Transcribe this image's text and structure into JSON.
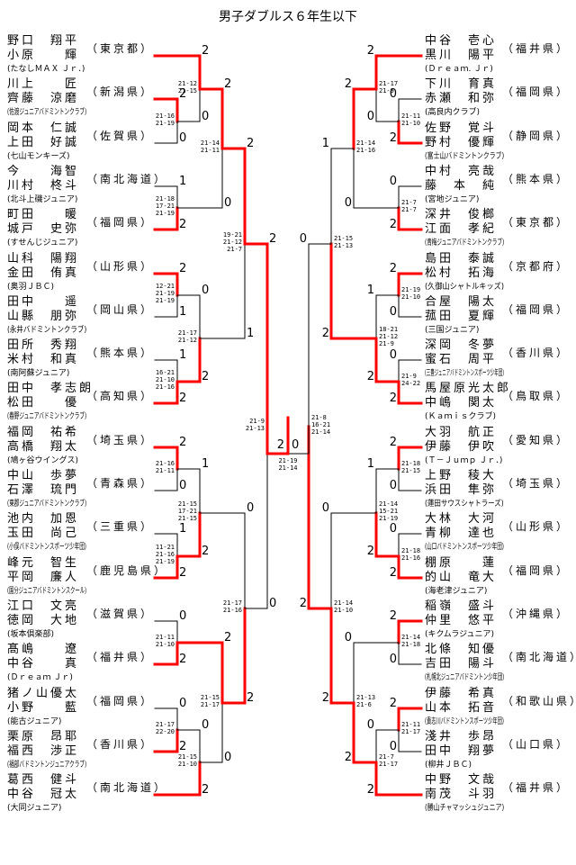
{
  "title": "男子ダブルス６年生以下",
  "colors": {
    "win": "#ff0000",
    "lose": "#000000"
  },
  "left": [
    {
      "p1": "野口　翔平",
      "p2": "小原　　輝",
      "club": "(たなしＭＡＸ Ｊｒ．)",
      "pref": "（東京都）"
    },
    {
      "p1": "川上　　匠",
      "p2": "齊藤　涼磨",
      "club": "(佐渡ジュニアバドミントンクラブ)",
      "pref": "（新潟県）"
    },
    {
      "p1": "岡本　仁誠",
      "p2": "上田　好誠",
      "club": "(七山モンキーズ)",
      "pref": "（佐賀県）"
    },
    {
      "p1": "今　　海智",
      "p2": "川村　柊斗",
      "club": "(北斗上磯ジュニア)",
      "pref": "（南北海道）"
    },
    {
      "p1": "町田　　暖",
      "p2": "城戸　史弥",
      "club": "(すせんじジュニア)",
      "pref": "（福岡県）"
    },
    {
      "p1": "山科　陽翔",
      "p2": "金田　侑真",
      "club": "(奥羽ＪＢＣ)",
      "pref": "（山形県）"
    },
    {
      "p1": "田中　　遥",
      "p2": "山縣　朋弥",
      "club": "(永井バドミントンクラブ)",
      "pref": "（岡山県）"
    },
    {
      "p1": "田所　秀翔",
      "p2": "米村　和真",
      "club": "(南阿蘇ジュニア)",
      "pref": "（熊本県）"
    },
    {
      "p1": "田中　孝志朗",
      "p2": "松田　　優",
      "club": "(春野ジュニアバドミントンクラブ)",
      "pref": "（高知県）"
    },
    {
      "p1": "福岡　祐希",
      "p2": "高橋　翔太",
      "club": "(鳩ヶ谷ウイングス)",
      "pref": "（埼玉県）"
    },
    {
      "p1": "中山　歩夢",
      "p2": "石澤　琉門",
      "club": "(東郡ジュニアバドミントンクラブ)",
      "pref": "（青森県）"
    },
    {
      "p1": "池内　加恩",
      "p2": "玉田　尚己",
      "club": "(小俣バドミントンスポーツ少年団)",
      "pref": "（三重県）"
    },
    {
      "p1": "峰元　智生",
      "p2": "平岡　廉人",
      "club": "(国分ジュニアバドミントンスクール)",
      "pref": "（鹿児島県）"
    },
    {
      "p1": "江口　文亮",
      "p2": "徳岡　大地",
      "club": "(坂本倶楽部)",
      "pref": "（滋賀県）"
    },
    {
      "p1": "髙嶋　　遼",
      "p2": "中谷　　真",
      "club": "(Ｄｒｅａｍ Ｊｒ)",
      "pref": "（福井県）"
    },
    {
      "p1": "猪ノ山優太",
      "p2": "小野　　藍",
      "club": "(能古ジュニア)",
      "pref": "（福岡県）"
    },
    {
      "p1": "栗原　昂耶",
      "p2": "福西　渉正",
      "club": "(福部バドミントンジュニアクラブ)",
      "pref": "（香川県）"
    },
    {
      "p1": "葛西　健斗",
      "p2": "中谷　冠太",
      "club": "(大同ジュニア)",
      "pref": "（南北海道）"
    }
  ],
  "right": [
    {
      "p1": "中谷　壱心",
      "p2": "黒川　陽平",
      "club": "(Ｄｒｅａｍ. Ｊｒ)",
      "pref": "（福井県）"
    },
    {
      "p1": "下川　育真",
      "p2": "赤瀬　和弥",
      "club": "(高良内クラブ)",
      "pref": "（福岡県）"
    },
    {
      "p1": "佐野　覚斗",
      "p2": "野村　優輝",
      "club": "(富士山バドミントンクラブ)",
      "pref": "（静岡県）"
    },
    {
      "p1": "中村　亮哉",
      "p2": "藤　本　純",
      "club": "(宮地ジュニア)",
      "pref": "（熊本県）"
    },
    {
      "p1": "深井　俊榔",
      "p2": "江面　孝紀",
      "club": "(青梅ジュニアバドミントンクラブ)",
      "pref": "（東京都）"
    },
    {
      "p1": "島田　泰誠",
      "p2": "松村　拓海",
      "club": "(久御山シャトルキッズ)",
      "pref": "（京都府）"
    },
    {
      "p1": "合屋　陽太",
      "p2": "菰田　夏輝",
      "club": "(三国ジュニア)",
      "pref": "（福岡県）"
    },
    {
      "p1": "深岡　冬夢",
      "p2": "蜜石　周平",
      "club": "(三豊ジュニアバドミントンスポーツ少年団)",
      "pref": "（香川県）"
    },
    {
      "p1": "馬屋原光太郎",
      "p2": "中嶋　関太",
      "club": "(Ｋａｍｉｓクラブ)",
      "pref": "（鳥取県）"
    },
    {
      "p1": "大羽　航正",
      "p2": "伊藤　伊吹",
      "club": "(Ｔ－Ｊｕｍｐ Ｊｒ．)",
      "pref": "（愛知県）"
    },
    {
      "p1": "上野　稜大",
      "p2": "浜田　隼弥",
      "club": "(蓮田サウスシャトラーズ)",
      "pref": "（埼玉県）"
    },
    {
      "p1": "大林　大河",
      "p2": "青柳　達也",
      "club": "(山口バドミントンスポーツ少年団)",
      "pref": "（山形県）"
    },
    {
      "p1": "棚原　　蓮",
      "p2": "的山　竜大",
      "club": "(海老津ジュニア)",
      "pref": "（福岡県）"
    },
    {
      "p1": "稲嶺　盛斗",
      "p2": "仲里　悠平",
      "club": "(キクムラジュニア)",
      "pref": "（沖縄県）"
    },
    {
      "p1": "北條　知優",
      "p2": "吉田　陽斗",
      "club": "(札幌北ジュニアバドミントン少年団)",
      "pref": "（南北海道）"
    },
    {
      "p1": "伊藤　希真",
      "p2": "山本　拓音",
      "club": "(貴志川バドミントンスポーツ少年団)",
      "pref": "（和歌山県）"
    },
    {
      "p1": "淺井　歩昂",
      "p2": "田中　翔夢",
      "club": "(柳井ＪＢＣ)",
      "pref": "（山口県）"
    },
    {
      "p1": "中野　文哉",
      "p2": "南茂　斗羽",
      "club": "(勝山チャマッシュジュニア)",
      "pref": "（福井県）"
    }
  ],
  "matches_left": [
    {
      "id": "L1",
      "a": 1,
      "b": 2,
      "sa": "2",
      "sb": "0",
      "w": "a",
      "scores": [
        "21-16",
        "21-19"
      ]
    },
    {
      "id": "L2",
      "a": 0,
      "b": "L1",
      "sa": "2",
      "sb": "0",
      "w": "a",
      "scores": [
        "21-12",
        "21-15"
      ]
    },
    {
      "id": "L3",
      "a": 3,
      "b": 4,
      "sa": "1",
      "sb": "2",
      "w": "b",
      "scores": [
        "21-18",
        "17-21",
        "21-19"
      ]
    },
    {
      "id": "L4",
      "a": "L2",
      "b": "L3",
      "sa": "2",
      "sb": "0",
      "w": "a",
      "scores": [
        "21-14",
        "21-11"
      ]
    },
    {
      "id": "L5",
      "a": 5,
      "b": 6,
      "sa": "2",
      "sb": "1",
      "w": "a",
      "scores": [
        "12-21",
        "21-19",
        "21-19"
      ]
    },
    {
      "id": "L6",
      "a": 7,
      "b": 8,
      "sa": "1",
      "sb": "2",
      "w": "b",
      "scores": [
        "16-21",
        "21-10",
        "21-16"
      ]
    },
    {
      "id": "L7",
      "a": "L5",
      "b": "L6",
      "sa": "0",
      "sb": "2",
      "w": "b",
      "scores": [
        "21-17",
        "21-12"
      ]
    },
    {
      "id": "L8",
      "a": "L4",
      "b": "L7",
      "sa": "2",
      "sb": "1",
      "w": "a",
      "scores": [
        "19-21",
        "21-12",
        "21-7"
      ]
    },
    {
      "id": "L9",
      "a": 9,
      "b": 10,
      "sa": "2",
      "sb": "0",
      "w": "a",
      "scores": [
        "21-16",
        "21-11"
      ]
    },
    {
      "id": "L10",
      "a": 11,
      "b": 12,
      "sa": "1",
      "sb": "2",
      "w": "b",
      "scores": [
        "11-21",
        "21-16",
        "21-19"
      ]
    },
    {
      "id": "L11",
      "a": "L9",
      "b": "L10",
      "sa": "1",
      "sb": "2",
      "w": "b",
      "scores": [
        "21-15",
        "17-21",
        "21-15"
      ]
    },
    {
      "id": "L12",
      "a": 13,
      "b": 14,
      "sa": "0",
      "sb": "2",
      "w": "b",
      "scores": [
        "21-11",
        "21-10"
      ]
    },
    {
      "id": "L13",
      "a": 15,
      "b": 16,
      "sa": "0",
      "sb": "2",
      "w": "b",
      "scores": [
        "21-17",
        "22-20"
      ]
    },
    {
      "id": "L14",
      "a": "L13",
      "b": 17,
      "sa": "0",
      "sb": "2",
      "w": "b",
      "scores": [
        "21-15",
        "21-10"
      ]
    },
    {
      "id": "L15",
      "a": "L12",
      "b": "L14",
      "sa": "2",
      "sb": "0",
      "w": "a",
      "scores": [
        "21-15",
        "21-17"
      ]
    },
    {
      "id": "L16",
      "a": "L11",
      "b": "L15",
      "sa": "0",
      "sb": "2",
      "w": "b",
      "scores": [
        "21-17",
        "21-16"
      ]
    },
    {
      "id": "L17",
      "a": "L8",
      "b": "L16",
      "sa": "2",
      "sb": "0",
      "w": "a",
      "scores": [
        "21-9",
        "21-13"
      ]
    }
  ],
  "matches_right": [
    {
      "id": "R1",
      "a": 1,
      "b": 2,
      "sa": "0",
      "sb": "2",
      "w": "b",
      "scores": [
        "21-11",
        "21-10"
      ]
    },
    {
      "id": "R2",
      "a": 0,
      "b": "R1",
      "sa": "2",
      "sb": "0",
      "w": "a",
      "scores": [
        "21-17",
        "21-9"
      ]
    },
    {
      "id": "R3",
      "a": 3,
      "b": 4,
      "sa": "0",
      "sb": "2",
      "w": "b",
      "scores": [
        "21-7",
        "21-7"
      ]
    },
    {
      "id": "R4",
      "a": "R2",
      "b": "R3",
      "sa": "2",
      "sb": "0",
      "w": "a",
      "scores": [
        "21-14",
        "21-16"
      ]
    },
    {
      "id": "R5",
      "a": 5,
      "b": 6,
      "sa": "2",
      "sb": "0",
      "w": "a",
      "scores": [
        "21-19",
        "21-10"
      ]
    },
    {
      "id": "R6",
      "a": 7,
      "b": 8,
      "sa": "0",
      "sb": "2",
      "w": "b",
      "scores": [
        "21-9",
        "24-22"
      ]
    },
    {
      "id": "R7",
      "a": "R5",
      "b": "R6",
      "sa": "1",
      "sb": "2",
      "w": "b",
      "scores": [
        "18-21",
        "21-12",
        "21-9"
      ]
    },
    {
      "id": "R8",
      "a": "R4",
      "b": "R7",
      "sa": "1",
      "sb": "2",
      "w": "b",
      "scores": [
        "21-15",
        "21-13"
      ]
    },
    {
      "id": "R9",
      "a": 9,
      "b": 10,
      "sa": "2",
      "sb": "0",
      "w": "a",
      "scores": [
        "21-18",
        "21-15"
      ]
    },
    {
      "id": "R10",
      "a": 11,
      "b": 12,
      "sa": "0",
      "sb": "2",
      "w": "b",
      "scores": [
        "21-18",
        "21-16"
      ]
    },
    {
      "id": "R11",
      "a": "R9",
      "b": "R10",
      "sa": "1",
      "sb": "2",
      "w": "b",
      "scores": [
        "21-14",
        "15-21",
        "21-19"
      ]
    },
    {
      "id": "R12",
      "a": 13,
      "b": 14,
      "sa": "2",
      "sb": "0",
      "w": "a",
      "scores": [
        "21-14",
        "21-18"
      ]
    },
    {
      "id": "R13",
      "a": 15,
      "b": 16,
      "sa": "2",
      "sb": "0",
      "w": "a",
      "scores": [
        "21-11",
        "21-17"
      ]
    },
    {
      "id": "R14",
      "a": "R13",
      "b": 17,
      "sa": "0",
      "sb": "2",
      "w": "b",
      "scores": [
        "21-7",
        "21-17"
      ]
    },
    {
      "id": "R15",
      "a": "R12",
      "b": "R14",
      "sa": "0",
      "sb": "2",
      "w": "b",
      "scores": [
        "21-13",
        "21-6"
      ]
    },
    {
      "id": "R16",
      "a": "R11",
      "b": "R15",
      "sa": "0",
      "sb": "2",
      "w": "b",
      "scores": [
        "21-14",
        "21-10"
      ]
    },
    {
      "id": "R17",
      "a": "R8",
      "b": "R16",
      "sa": "0",
      "sb": "2",
      "w": "b",
      "scores": [
        "21-8",
        "16-21",
        "21-14"
      ]
    }
  ],
  "final": {
    "sa": "2",
    "sb": "0",
    "w": "a",
    "scores": [
      "21-19",
      "21-14"
    ]
  }
}
